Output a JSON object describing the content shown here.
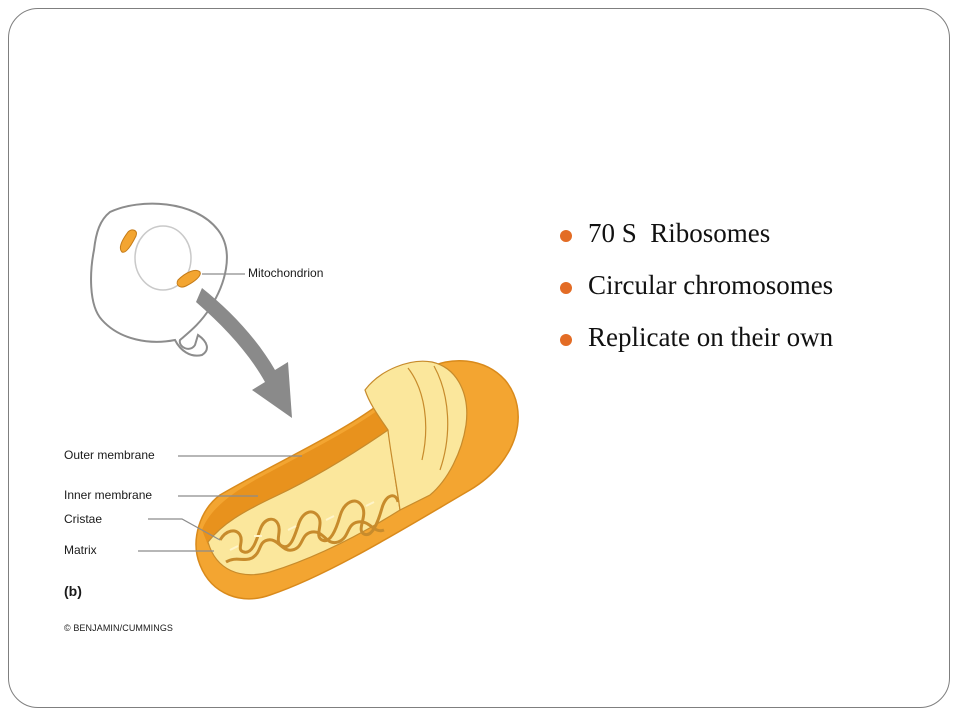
{
  "slide": {
    "bullets": [
      "70 S  Ribosomes",
      "Circular chromosomes",
      "Replicate on their own"
    ],
    "bullet_color": "#e36c25"
  },
  "figure": {
    "labels": {
      "mitochondrion": "Mitochondrion",
      "outer_membrane": "Outer membrane",
      "inner_membrane": "Inner membrane",
      "cristae": "Cristae",
      "matrix": "Matrix",
      "panel": "(b)",
      "copyright": "© BENJAMIN/CUMMINGS"
    },
    "colors": {
      "outer": "#f3a531",
      "outer_dark": "#e8921d",
      "inner_fill": "#fbe79c",
      "cristae_stroke": "#c78b2c",
      "arrow": "#8a8a8a"
    }
  }
}
